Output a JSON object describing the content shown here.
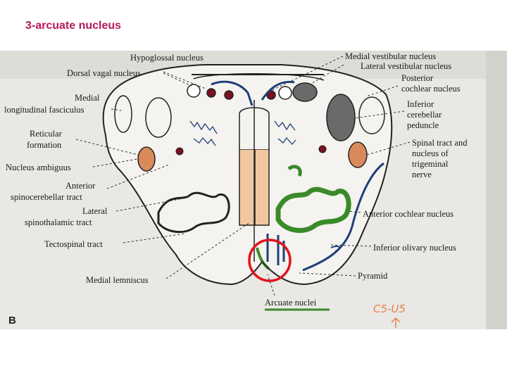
{
  "slide": {
    "title": "3-arcuate nucleus"
  },
  "figure": {
    "panel_letter": "B",
    "handwritten_note": "C5-U5",
    "labels": {
      "hypoglossal": "Hypoglossal nucleus",
      "dorsal_vagal": "Dorsal vagal nucleus",
      "mlf_line1": "Medial",
      "mlf_line2": "longitudinal fasciculus",
      "reticular_line1": "Reticular",
      "reticular_line2": "formation",
      "ambiguus": "Nucleus ambiguus",
      "ant_spinocerebellar_line1": "Anterior",
      "ant_spinocerebellar_line2": "spinocerebellar tract",
      "lat_spinothalamic_line1": "Lateral",
      "lat_spinothalamic_line2": "spinothalamic tract",
      "tectospinal": "Tectospinal tract",
      "medial_lemniscus": "Medial lemniscus",
      "medial_vestibular": "Medial vestibular nucleus",
      "lateral_vestibular": "Lateral vestibular nucleus",
      "posterior_cochlear_line1": "Posterior",
      "posterior_cochlear_line2": "cochlear nucleus",
      "inf_cerebellar_line1": "Inferior",
      "inf_cerebellar_line2": "cerebellar",
      "inf_cerebellar_line3": "peduncle",
      "spinal_trigeminal_line1": "Spinal tract and",
      "spinal_trigeminal_line2": "nucleus of",
      "spinal_trigeminal_line3": "trigeminal",
      "spinal_trigeminal_line4": "nerve",
      "anterior_cochlear": "Anterior cochlear nucleus",
      "inferior_olivary": "Inferior olivary nucleus",
      "pyramid": "Pyramid",
      "arcuate": "Arcuate nuclei"
    },
    "colors": {
      "highlight_circle": "#e0141e",
      "olive_right": "#3a8a2a",
      "fiber_tracts": "#1f3f7a",
      "nucleus_ambiguus": "#d98a5a",
      "medial_lemniscus_fill": "#f0c8a0",
      "title": "#b5185a"
    }
  }
}
